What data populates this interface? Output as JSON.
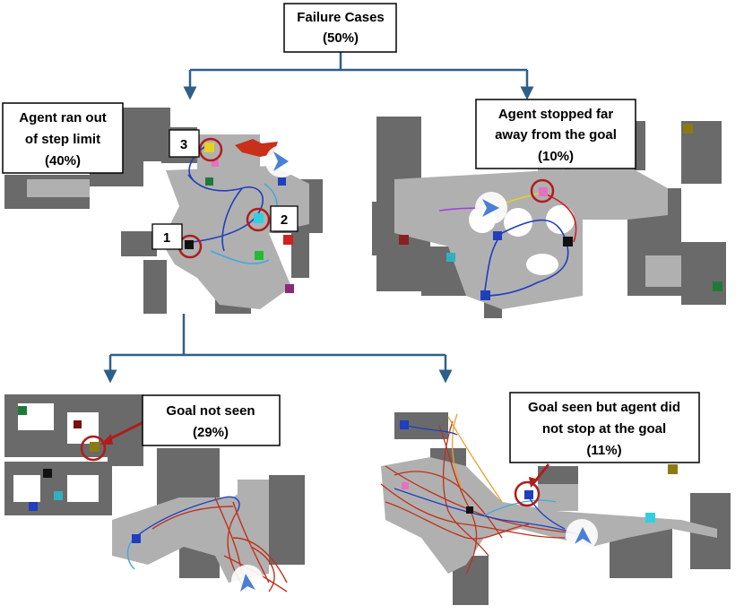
{
  "tree": {
    "root": {
      "line1": "Failure Cases",
      "line2": "(50%)"
    },
    "step_limit": {
      "line1": "Agent ran out",
      "line2": "of step limit",
      "line3": "(40%)"
    },
    "stopped_far": {
      "line1": "Agent stopped far",
      "line2": "away from the goal",
      "line3": "(10%)"
    },
    "goal_not_seen": {
      "line1": "Goal not seen",
      "line2": "(29%)"
    },
    "seen_not_stopped": {
      "line1": "Goal seen but agent did",
      "line2": "not stop at the goal",
      "line3": "(11%)"
    }
  },
  "markers": {
    "m1": "1",
    "m2": "2",
    "m3": "3"
  },
  "colors": {
    "connector": "#2e5f8a",
    "box_border": "#000000",
    "highlight_circle": "#b01c1c",
    "free_space": "#b0b0b0",
    "wall": "#6a6a6a",
    "path_blue": "#1f3fbf",
    "path_red": "#c0301a",
    "agent_arrow": "#4a7fd4"
  }
}
